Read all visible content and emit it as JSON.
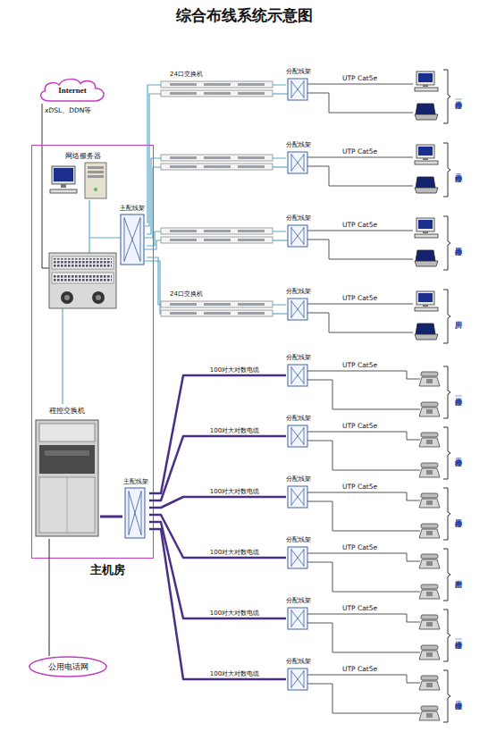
{
  "diagram": {
    "title": "综合布线系统示意图",
    "nodes": [
      {
        "text": [
          "Internet"
        ]
      },
      {
        "text": [
          "主机房"
        ]
      },
      {
        "text": [
          "网络服务器"
        ],
        "in": 1
      },
      {
        "text": [
          "主配线架"
        ],
        "in": 1
      },
      {
        "text": [
          "程控交换机"
        ],
        "in": 1
      },
      {
        "text": [
          "主配线架"
        ],
        "in": 1
      },
      {
        "text": [
          "公用电话网"
        ]
      },
      {
        "text": [
          "分配线架"
        ]
      },
      {
        "text": [
          "分配线架"
        ]
      },
      {
        "text": [
          "分配线架"
        ]
      },
      {
        "text": [
          "分配线架"
        ]
      },
      {
        "text": [
          "分配线架"
        ]
      },
      {
        "text": [
          "分配线架"
        ]
      },
      {
        "text": [
          "分配线架"
        ]
      },
      {
        "text": [
          "分配线架"
        ]
      },
      {
        "text": [
          "分配线架"
        ]
      },
      {
        "text": [
          "分配线架"
        ]
      }
    ],
    "edges": [
      {
        "from": 3,
        "to": 7,
        "arrow": "none"
      },
      {
        "from": 3,
        "to": 8,
        "arrow": "none"
      },
      {
        "from": 3,
        "to": 9,
        "arrow": "none"
      },
      {
        "from": 3,
        "to": 10,
        "arrow": "none"
      },
      {
        "from": 4,
        "to": 5,
        "arrow": "none"
      },
      {
        "from": 5,
        "to": 11,
        "label": "100对大对数电缆",
        "arrow": "none"
      },
      {
        "from": 5,
        "to": 12,
        "label": "100对大对数电缆",
        "arrow": "none"
      },
      {
        "from": 5,
        "to": 13,
        "label": "100对大对数电缆",
        "arrow": "none"
      },
      {
        "from": 5,
        "to": 14,
        "label": "100对大对数电缆",
        "arrow": "none"
      },
      {
        "from": 5,
        "to": 15,
        "label": "100对大对数电缆",
        "arrow": "none"
      },
      {
        "from": 5,
        "to": 16,
        "label": "100对大对数电缆",
        "arrow": "none"
      },
      {
        "from": 6,
        "to": 4,
        "arrow": "none"
      }
    ],
    "labels": [
      "xDSL、DDN等",
      "24口交换机",
      "UTP Cat5e",
      "办公楼一楼用户",
      "UTP Cat5e",
      "办公楼二楼用户",
      "UTP Cat5e",
      "办公楼三楼用户",
      "24口交换机",
      "UTP Cat5e",
      "厂房用户",
      "UTP Cat5e",
      "办公楼一楼用户",
      "UTP Cat5e",
      "办公楼二楼用户",
      "UTP Cat5e",
      "办公楼三楼用户",
      "UTP Cat5e",
      "生产车间用户",
      "UTP Cat5e",
      "综合楼一楼用户",
      "UTP Cat5e",
      "综合楼二楼用户"
    ]
  }
}
